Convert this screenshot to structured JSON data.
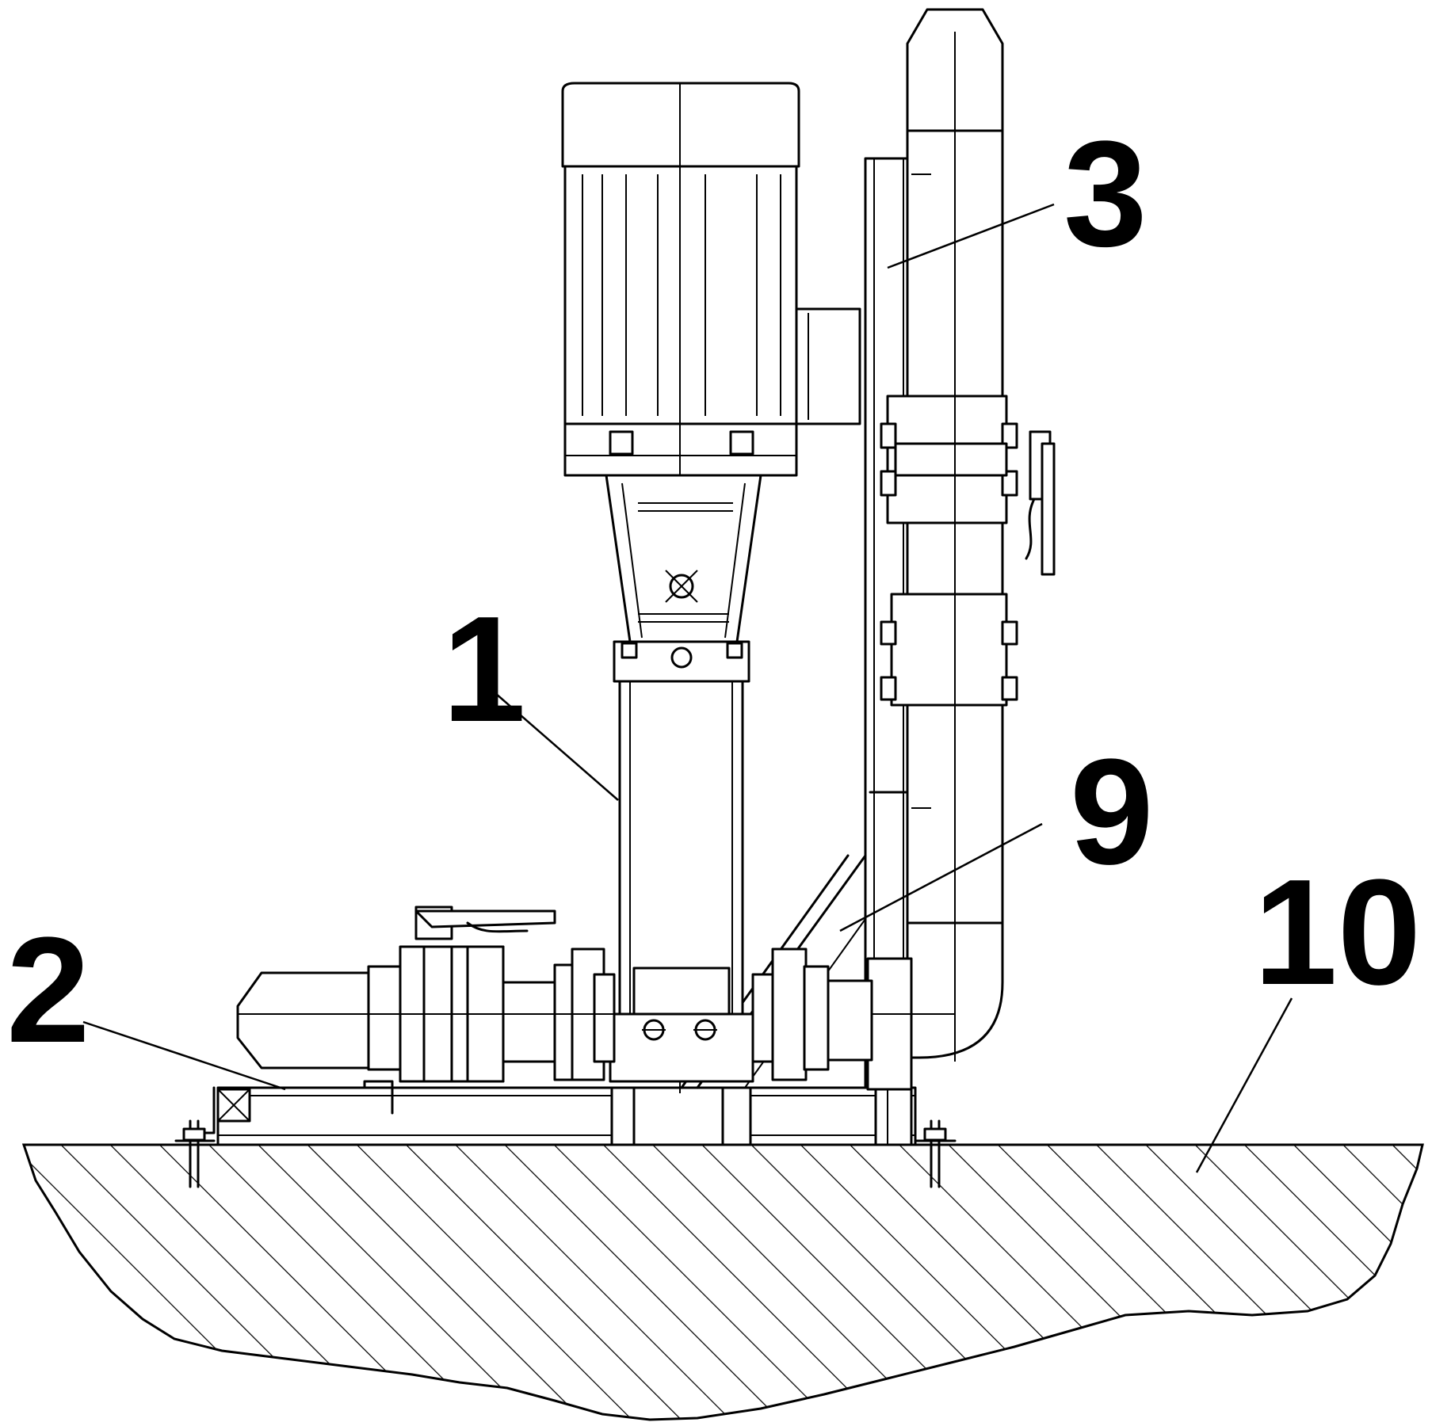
{
  "figure": {
    "labels": [
      {
        "id": "1",
        "text": "1"
      },
      {
        "id": "2",
        "text": "2"
      },
      {
        "id": "3",
        "text": "3"
      },
      {
        "id": "9",
        "text": "9"
      },
      {
        "id": "10",
        "text": "10"
      }
    ]
  }
}
